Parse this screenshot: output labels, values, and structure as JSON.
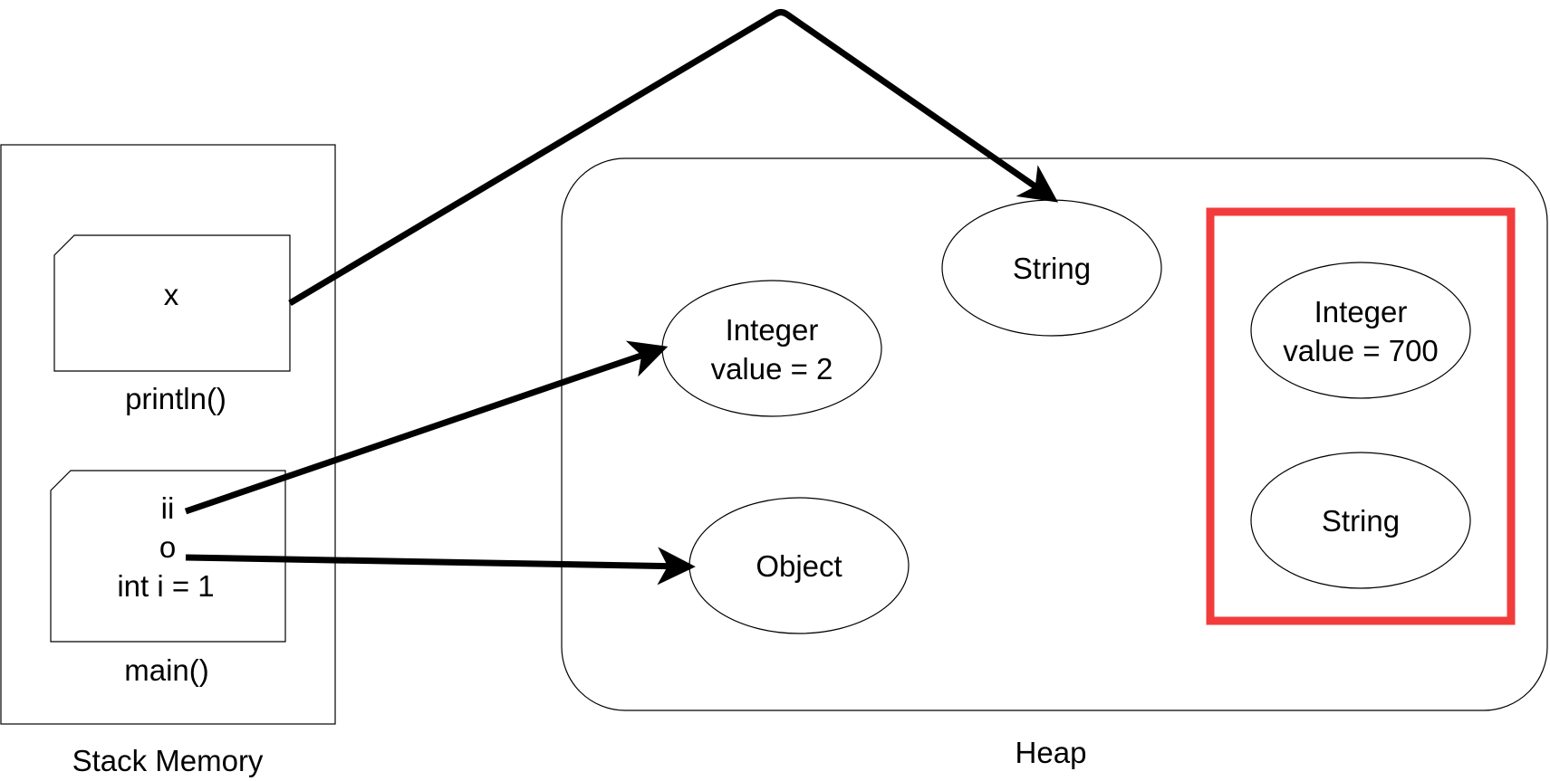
{
  "stack": {
    "title": "Stack Memory",
    "frames": [
      {
        "name": "println()",
        "vars": [
          "x"
        ]
      },
      {
        "name": "main()",
        "vars": [
          "ii",
          "o",
          "int i = 1"
        ]
      }
    ]
  },
  "heap": {
    "title": "Heap",
    "objects": [
      {
        "id": "string-top",
        "lines": [
          "String"
        ]
      },
      {
        "id": "integer-2",
        "lines": [
          "Integer",
          "value = 2"
        ]
      },
      {
        "id": "object",
        "lines": [
          "Object"
        ]
      },
      {
        "id": "integer-700",
        "lines": [
          "Integer",
          "value = 700"
        ]
      },
      {
        "id": "string-highlight",
        "lines": [
          "String"
        ]
      }
    ]
  },
  "colors": {
    "line": "#000000",
    "highlight": "#f23c3c",
    "background": "#ffffff"
  }
}
